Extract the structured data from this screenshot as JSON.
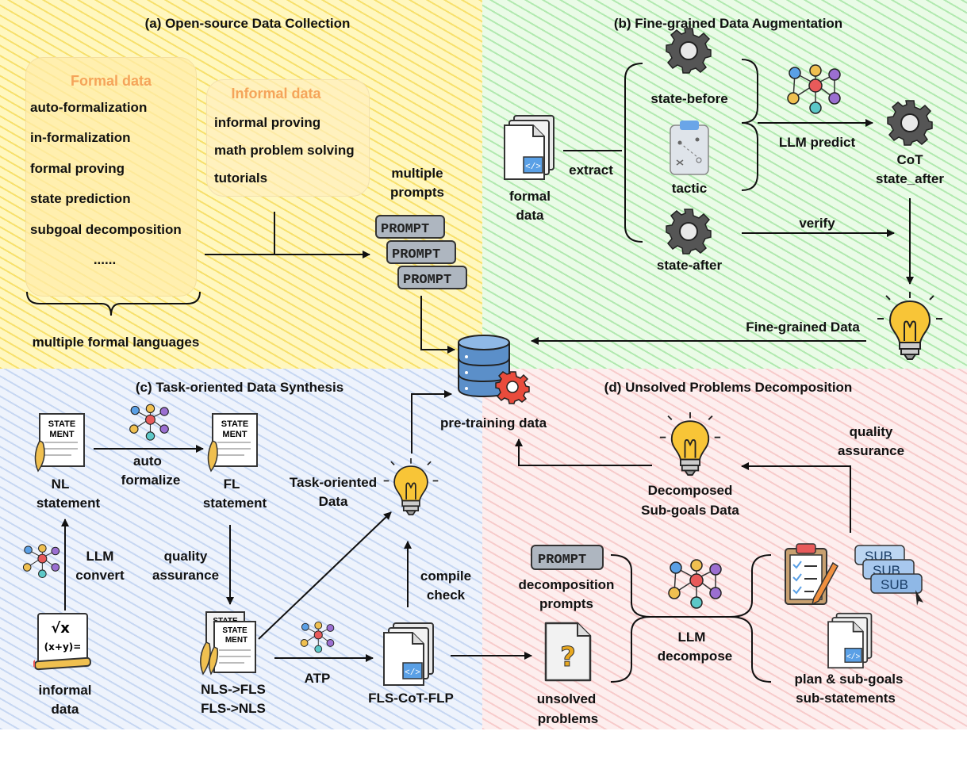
{
  "panels": {
    "a": {
      "title": "(a) Open-source Data Collection",
      "formal_title": "Formal data",
      "formal_items": [
        "auto-formalization",
        "in-formalization",
        "formal proving",
        "state prediction",
        "subgoal decomposition",
        "......"
      ],
      "informal_title": "Informal data",
      "informal_items": [
        "informal proving",
        "math problem solving",
        "tutorials"
      ],
      "multiple_formal_languages": "multiple formal languages",
      "multiple_prompts": [
        "multiple",
        "prompts"
      ],
      "prompt_label": "PROMPT"
    },
    "b": {
      "title": "(b) Fine-grained Data Augmentation",
      "formal_data": [
        "formal",
        "data"
      ],
      "extract": "extract",
      "state_before": "state-before",
      "tactic": "tactic",
      "state_after": "state-after",
      "llm_predict": "LLM predict",
      "cot": [
        "CoT",
        "state_after"
      ],
      "verify": "verify",
      "fine_grained_data": "Fine-grained Data"
    },
    "center": {
      "pretraining_data": "pre-training data"
    },
    "c": {
      "title": "(c) Task-oriented Data Synthesis",
      "statement_glyph": [
        "STATE",
        "MENT"
      ],
      "nl_statement": [
        "NL",
        "statement"
      ],
      "auto_formalize": [
        "auto",
        "formalize"
      ],
      "fl_statement": [
        "FL",
        "statement"
      ],
      "llm_convert": [
        "LLM",
        "convert"
      ],
      "quality_assurance": [
        "quality",
        "assurance"
      ],
      "informal_data": [
        "informal",
        "data"
      ],
      "informal_glyph": [
        "√x",
        "(x+y)="
      ],
      "nls_fls": [
        "NLS->FLS",
        "FLS->NLS"
      ],
      "atp": "ATP",
      "fls_cot_flp": "FLS-CoT-FLP",
      "compile_check": [
        "compile",
        "check"
      ],
      "task_oriented_data": [
        "Task-oriented",
        "Data"
      ]
    },
    "d": {
      "title": "(d) Unsolved Problems Decomposition",
      "decomposed_data": [
        "Decomposed",
        "Sub-goals Data"
      ],
      "quality_assurance": [
        "quality",
        "assurance"
      ],
      "decomposition_prompts": [
        "decomposition",
        "prompts"
      ],
      "unsolved_problems": [
        "unsolved",
        "problems"
      ],
      "llm_decompose": [
        "LLM",
        "decompose"
      ],
      "plan_subgoals": [
        "plan & sub-goals",
        "sub-statements"
      ],
      "sub_label": "SUB",
      "question_mark": "?"
    }
  },
  "colors": {
    "yellow_bg": "#fff7bf",
    "green_bg": "#eafbe7",
    "blue_bg": "#eef3fc",
    "red_bg": "#fdeeee",
    "formal_orange": "#f5a45a",
    "bulb": "#f8c537",
    "gear": "#555555"
  }
}
